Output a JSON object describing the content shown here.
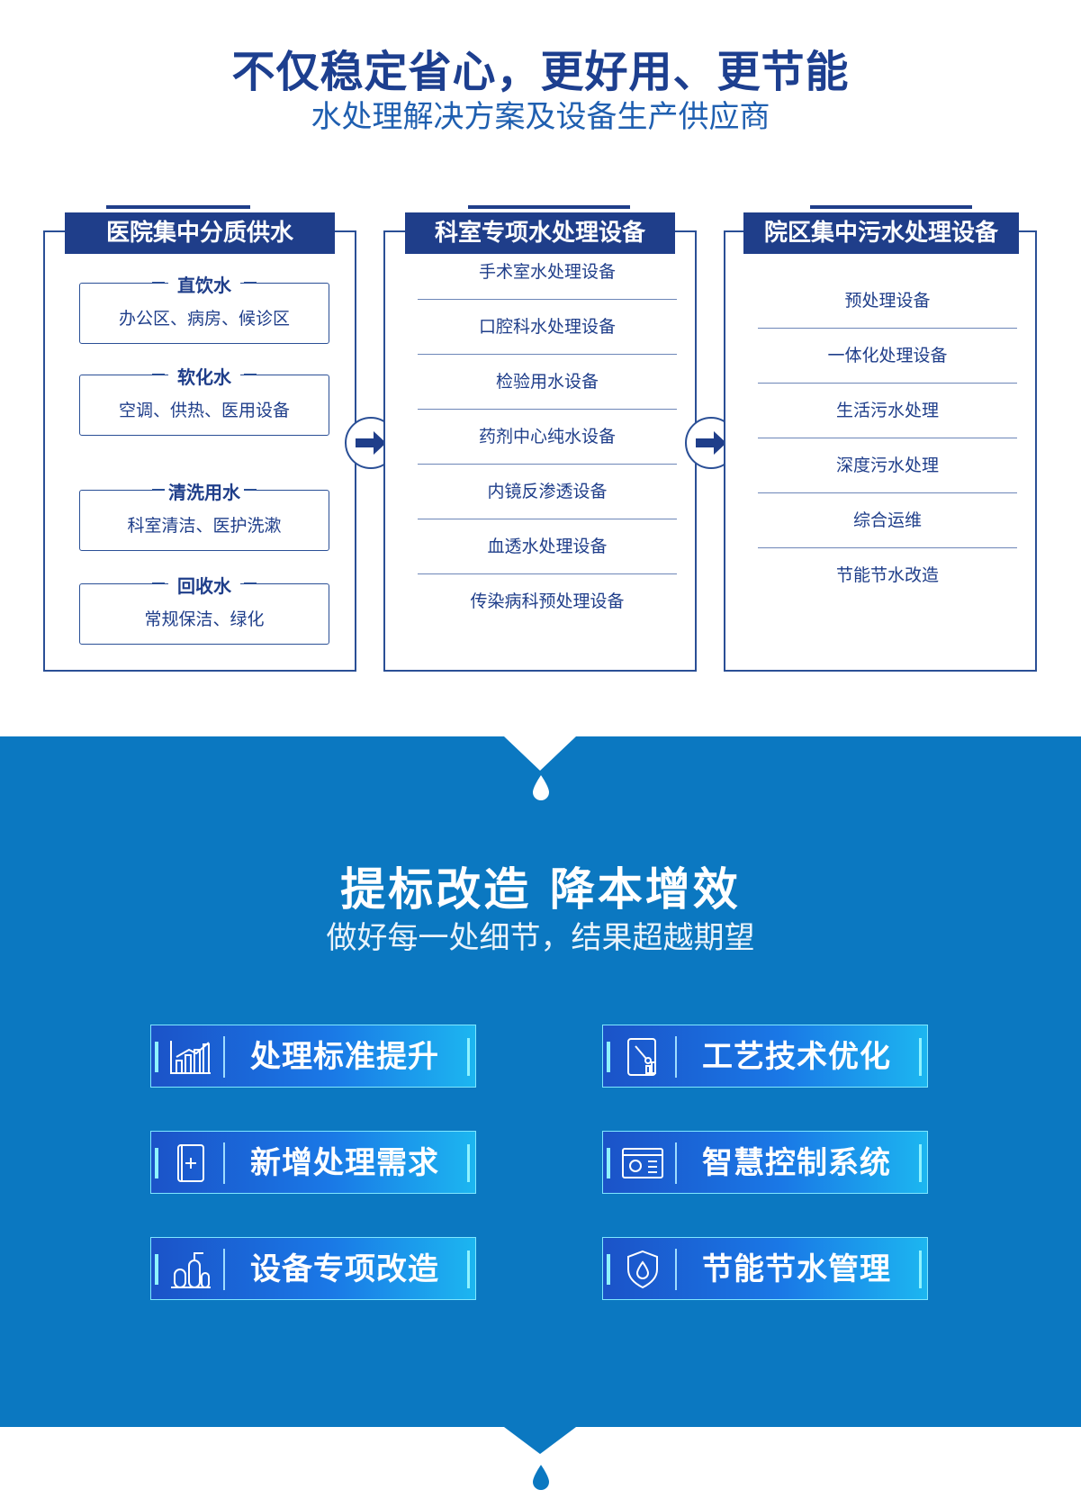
{
  "header": {
    "title": "不仅稳定省心，更好用、更节能",
    "subtitle": "水处理解决方案及设备生产供应商"
  },
  "panels": [
    {
      "title": "医院集中分质供水",
      "groups": [
        {
          "head": "直饮水",
          "text": "办公区、病房、候诊区"
        },
        {
          "head": "软化水",
          "text": "空调、供热、医用设备"
        },
        {
          "head": "清洗用水",
          "text": "科室清洁、医护洗漱"
        },
        {
          "head": "回收水",
          "text": "常规保洁、绿化"
        }
      ]
    },
    {
      "title": "科室专项水处理设备",
      "items": [
        "手术室水处理设备",
        "口腔科水处理设备",
        "检验用水设备",
        "药剂中心纯水设备",
        "内镜反渗透设备",
        "血透水处理设备",
        "传染病科预处理设备"
      ]
    },
    {
      "title": "院区集中污水处理设备",
      "items": [
        "预处理设备",
        "一体化处理设备",
        "生活污水处理",
        "深度污水处理",
        "综合运维",
        "节能节水改造"
      ]
    }
  ],
  "section2": {
    "title": "提标改造  降本增效",
    "subtitle": "做好每一处细节，结果超越期望",
    "cards": [
      {
        "label": "处理标准提升",
        "icon": "bar-chart-icon"
      },
      {
        "label": "工艺技术优化",
        "icon": "clipboard-tools-icon"
      },
      {
        "label": "新增处理需求",
        "icon": "document-add-icon"
      },
      {
        "label": "智慧控制系统",
        "icon": "control-panel-icon"
      },
      {
        "label": "设备专项改造",
        "icon": "factory-tank-icon"
      },
      {
        "label": "节能节水管理",
        "icon": "shield-drop-icon"
      }
    ]
  },
  "colors": {
    "navy": "#1f3e8a",
    "blue_section": "#0b78c1",
    "card_start": "#1b53c8",
    "card_end": "#1cb6f0",
    "accent_cyan": "#7fe7ff"
  }
}
